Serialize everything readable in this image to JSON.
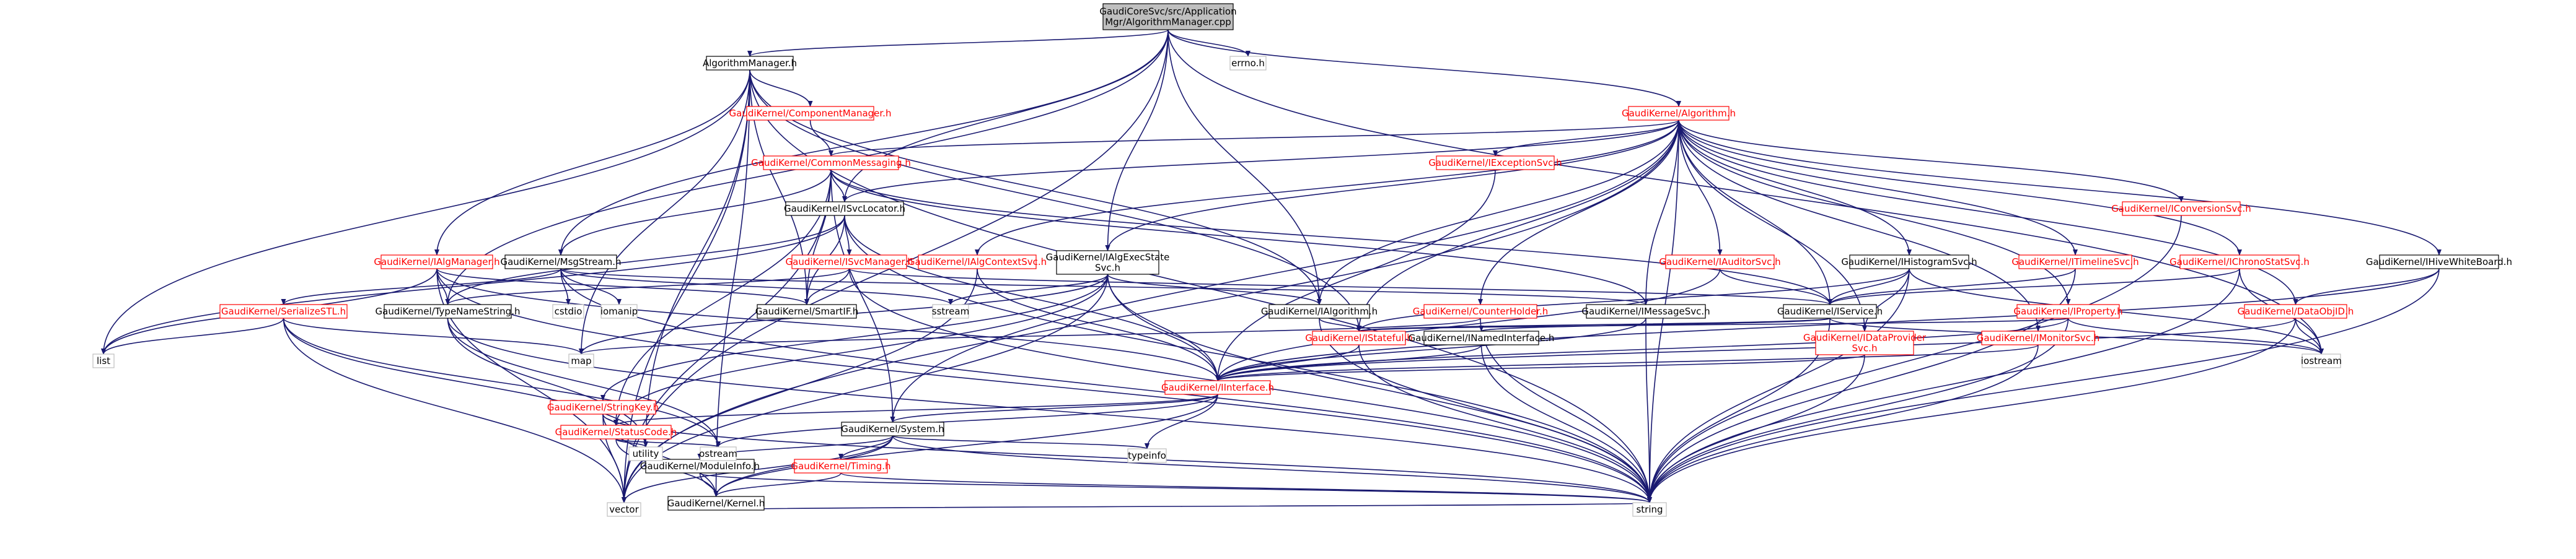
{
  "graph": {
    "root": "root",
    "colors": {
      "edge": "#191970",
      "root_fill": "#bfbfbf",
      "node_fill": "#ffffff",
      "border_documented": "#000000",
      "border_undocumented": "#ff0000",
      "border_system": "#bfbfbf",
      "text_documented": "#000000",
      "text_undocumented": "#ff0000"
    },
    "nodes": [
      {
        "id": "root",
        "label": [
          "GaudiCoreSvc/src/Application",
          "Mgr/AlgorithmManager.cpp"
        ],
        "style": "root"
      },
      {
        "id": "algmgr_h",
        "label": [
          "AlgorithmManager.h"
        ],
        "style": "documented"
      },
      {
        "id": "errno",
        "label": [
          "errno.h"
        ],
        "style": "system"
      },
      {
        "id": "compmgr",
        "label": [
          "GaudiKernel/ComponentManager.h"
        ],
        "style": "undocumented"
      },
      {
        "id": "algorithm_h",
        "label": [
          "GaudiKernel/Algorithm.h"
        ],
        "style": "undocumented"
      },
      {
        "id": "commonmsg",
        "label": [
          "GaudiKernel/CommonMessaging.h"
        ],
        "style": "undocumented"
      },
      {
        "id": "iexcsvc",
        "label": [
          "GaudiKernel/IExceptionSvc.h"
        ],
        "style": "undocumented"
      },
      {
        "id": "isvcloc",
        "label": [
          "GaudiKernel/ISvcLocator.h"
        ],
        "style": "documented"
      },
      {
        "id": "ialgmgr",
        "label": [
          "GaudiKernel/IAlgManager.h"
        ],
        "style": "undocumented"
      },
      {
        "id": "msgstream",
        "label": [
          "GaudiKernel/MsgStream.h"
        ],
        "style": "documented"
      },
      {
        "id": "isvcmgr",
        "label": [
          "GaudiKernel/ISvcManager.h"
        ],
        "style": "undocumented"
      },
      {
        "id": "ialgctx",
        "label": [
          "GaudiKernel/IAlgContextSvc.h"
        ],
        "style": "undocumented"
      },
      {
        "id": "ialgexec",
        "label": [
          "GaudiKernel/IAlgExecState",
          "Svc.h"
        ],
        "style": "documented"
      },
      {
        "id": "iauditor",
        "label": [
          "GaudiKernel/IAuditorSvc.h"
        ],
        "style": "undocumented"
      },
      {
        "id": "ihisto",
        "label": [
          "GaudiKernel/IHistogramSvc.h"
        ],
        "style": "documented"
      },
      {
        "id": "itimeline",
        "label": [
          "GaudiKernel/ITimelineSvc.h"
        ],
        "style": "undocumented"
      },
      {
        "id": "ichrono",
        "label": [
          "GaudiKernel/IChronoStatSvc.h"
        ],
        "style": "undocumented"
      },
      {
        "id": "iconv",
        "label": [
          "GaudiKernel/IConversionSvc.h"
        ],
        "style": "undocumented"
      },
      {
        "id": "ihive",
        "label": [
          "GaudiKernel/IHiveWhiteBoard.h"
        ],
        "style": "documented"
      },
      {
        "id": "serializestl",
        "label": [
          "GaudiKernel/SerializeSTL.h"
        ],
        "style": "undocumented"
      },
      {
        "id": "typename",
        "label": [
          "GaudiKernel/TypeNameString.h"
        ],
        "style": "documented"
      },
      {
        "id": "smartif",
        "label": [
          "GaudiKernel/SmartIF.h"
        ],
        "style": "documented"
      },
      {
        "id": "ialgorithm",
        "label": [
          "GaudiKernel/IAlgorithm.h"
        ],
        "style": "documented"
      },
      {
        "id": "counterholder",
        "label": [
          "GaudiKernel/CounterHolder.h"
        ],
        "style": "undocumented"
      },
      {
        "id": "imessagesvc",
        "label": [
          "GaudiKernel/IMessageSvc.h"
        ],
        "style": "documented"
      },
      {
        "id": "iservice",
        "label": [
          "GaudiKernel/IService.h"
        ],
        "style": "documented"
      },
      {
        "id": "iproperty",
        "label": [
          "GaudiKernel/IProperty.h"
        ],
        "style": "undocumented"
      },
      {
        "id": "dataobjid",
        "label": [
          "GaudiKernel/DataObjID.h"
        ],
        "style": "undocumented"
      },
      {
        "id": "istateful",
        "label": [
          "GaudiKernel/IStateful.h"
        ],
        "style": "undocumented"
      },
      {
        "id": "inamed",
        "label": [
          "GaudiKernel/INamedInterface.h"
        ],
        "style": "documented"
      },
      {
        "id": "idataprov",
        "label": [
          "GaudiKernel/IDataProvider",
          "Svc.h"
        ],
        "style": "undocumented"
      },
      {
        "id": "imonitor",
        "label": [
          "GaudiKernel/IMonitorSvc.h"
        ],
        "style": "undocumented"
      },
      {
        "id": "iinterface",
        "label": [
          "GaudiKernel/IInterface.h"
        ],
        "style": "undocumented"
      },
      {
        "id": "stringkey",
        "label": [
          "GaudiKernel/StringKey.h"
        ],
        "style": "undocumented"
      },
      {
        "id": "statuscode",
        "label": [
          "GaudiKernel/StatusCode.h"
        ],
        "style": "undocumented"
      },
      {
        "id": "system_h",
        "label": [
          "GaudiKernel/System.h"
        ],
        "style": "documented"
      },
      {
        "id": "moduleinfo",
        "label": [
          "GaudiKernel/ModuleInfo.h"
        ],
        "style": "documented"
      },
      {
        "id": "timing",
        "label": [
          "GaudiKernel/Timing.h"
        ],
        "style": "undocumented"
      },
      {
        "id": "kernel",
        "label": [
          "GaudiKernel/Kernel.h"
        ],
        "style": "documented"
      },
      {
        "id": "list",
        "label": [
          "list"
        ],
        "style": "system"
      },
      {
        "id": "cstdio",
        "label": [
          "cstdio"
        ],
        "style": "system"
      },
      {
        "id": "iomanip",
        "label": [
          "iomanip"
        ],
        "style": "system"
      },
      {
        "id": "sstream",
        "label": [
          "sstream"
        ],
        "style": "system"
      },
      {
        "id": "map",
        "label": [
          "map"
        ],
        "style": "system"
      },
      {
        "id": "iostream",
        "label": [
          "iostream"
        ],
        "style": "system"
      },
      {
        "id": "utility",
        "label": [
          "utility"
        ],
        "style": "system"
      },
      {
        "id": "ostream",
        "label": [
          "ostream"
        ],
        "style": "system"
      },
      {
        "id": "typeinfo",
        "label": [
          "typeinfo"
        ],
        "style": "system"
      },
      {
        "id": "vector",
        "label": [
          "vector"
        ],
        "style": "system"
      },
      {
        "id": "string",
        "label": [
          "string"
        ],
        "style": "system"
      }
    ],
    "edges": [
      [
        "root",
        "algmgr_h"
      ],
      [
        "root",
        "errno"
      ],
      [
        "root",
        "algorithm_h"
      ],
      [
        "root",
        "isvcloc"
      ],
      [
        "root",
        "msgstream"
      ],
      [
        "root",
        "ialgexec"
      ],
      [
        "root",
        "typename"
      ],
      [
        "root",
        "ialgorithm"
      ],
      [
        "root",
        "iostream"
      ],
      [
        "root",
        "vector"
      ],
      [
        "algmgr_h",
        "compmgr"
      ],
      [
        "algmgr_h",
        "ialgmgr"
      ],
      [
        "algmgr_h",
        "smartif"
      ],
      [
        "algmgr_h",
        "ialgorithm"
      ],
      [
        "algmgr_h",
        "istateful"
      ],
      [
        "algmgr_h",
        "list"
      ],
      [
        "algmgr_h",
        "map"
      ],
      [
        "algmgr_h",
        "string"
      ],
      [
        "algmgr_h",
        "vector"
      ],
      [
        "algmgr_h",
        "utility"
      ],
      [
        "algmgr_h",
        "kernel"
      ],
      [
        "compmgr",
        "commonmsg"
      ],
      [
        "commonmsg",
        "isvcloc"
      ],
      [
        "commonmsg",
        "msgstream"
      ],
      [
        "commonmsg",
        "smartif"
      ],
      [
        "commonmsg",
        "imessagesvc"
      ],
      [
        "commonmsg",
        "iservice"
      ],
      [
        "commonmsg",
        "statuscode"
      ],
      [
        "commonmsg",
        "system_h"
      ],
      [
        "commonmsg",
        "vector"
      ],
      [
        "algorithm_h",
        "commonmsg"
      ],
      [
        "algorithm_h",
        "iexcsvc"
      ],
      [
        "algorithm_h",
        "isvcloc"
      ],
      [
        "algorithm_h",
        "ialgctx"
      ],
      [
        "algorithm_h",
        "ialgexec"
      ],
      [
        "algorithm_h",
        "iauditor"
      ],
      [
        "algorithm_h",
        "ihisto"
      ],
      [
        "algorithm_h",
        "itimeline"
      ],
      [
        "algorithm_h",
        "ichrono"
      ],
      [
        "algorithm_h",
        "iconv"
      ],
      [
        "algorithm_h",
        "ihive"
      ],
      [
        "algorithm_h",
        "ialgorithm"
      ],
      [
        "algorithm_h",
        "counterholder"
      ],
      [
        "algorithm_h",
        "imessagesvc"
      ],
      [
        "algorithm_h",
        "iservice"
      ],
      [
        "algorithm_h",
        "iproperty"
      ],
      [
        "algorithm_h",
        "dataobjid"
      ],
      [
        "algorithm_h",
        "imonitor"
      ],
      [
        "algorithm_h",
        "idataprov"
      ],
      [
        "algorithm_h",
        "istateful"
      ],
      [
        "algorithm_h",
        "system_h"
      ],
      [
        "algorithm_h",
        "string"
      ],
      [
        "algorithm_h",
        "vector"
      ],
      [
        "iexcsvc",
        "iinterface"
      ],
      [
        "isvcloc",
        "isvcmgr"
      ],
      [
        "isvcloc",
        "typename"
      ],
      [
        "isvcloc",
        "smartif"
      ],
      [
        "isvcloc",
        "iinterface"
      ],
      [
        "isvcloc",
        "list"
      ],
      [
        "isvcloc",
        "string"
      ],
      [
        "isvcmgr",
        "typename"
      ],
      [
        "isvcmgr",
        "smartif"
      ],
      [
        "isvcmgr",
        "iservice"
      ],
      [
        "isvcmgr",
        "string"
      ],
      [
        "ialgmgr",
        "typename"
      ],
      [
        "ialgmgr",
        "smartif"
      ],
      [
        "ialgmgr",
        "iinterface"
      ],
      [
        "ialgmgr",
        "list"
      ],
      [
        "ialgmgr",
        "vector"
      ],
      [
        "ialgmgr",
        "string"
      ],
      [
        "msgstream",
        "serializestl"
      ],
      [
        "msgstream",
        "imessagesvc"
      ],
      [
        "msgstream",
        "cstdio"
      ],
      [
        "msgstream",
        "iomanip"
      ],
      [
        "msgstream",
        "sstream"
      ],
      [
        "msgstream",
        "string"
      ],
      [
        "serializestl",
        "list"
      ],
      [
        "serializestl",
        "utility"
      ],
      [
        "serializestl",
        "ostream"
      ],
      [
        "serializestl",
        "vector"
      ],
      [
        "serializestl",
        "map"
      ],
      [
        "typename",
        "utility"
      ],
      [
        "typename",
        "ostream"
      ],
      [
        "typename",
        "string"
      ],
      [
        "ialgctx",
        "iinterface"
      ],
      [
        "ialgctx",
        "vector"
      ],
      [
        "ialgexec",
        "ialgorithm"
      ],
      [
        "ialgexec",
        "iinterface"
      ],
      [
        "ialgexec",
        "statuscode"
      ],
      [
        "ialgexec",
        "stringkey"
      ],
      [
        "ialgexec",
        "map"
      ],
      [
        "ialgexec",
        "sstream"
      ],
      [
        "ialgexec",
        "string"
      ],
      [
        "ialgexec",
        "vector"
      ],
      [
        "ialgorithm",
        "istateful"
      ],
      [
        "ialgorithm",
        "string"
      ],
      [
        "counterholder",
        "map"
      ],
      [
        "counterholder",
        "string"
      ],
      [
        "imessagesvc",
        "iinterface"
      ],
      [
        "imessagesvc",
        "string"
      ],
      [
        "iauditor",
        "iservice"
      ],
      [
        "iauditor",
        "iinterface"
      ],
      [
        "ihisto",
        "iservice"
      ],
      [
        "ihisto",
        "idataprov"
      ],
      [
        "ihisto",
        "istateful"
      ],
      [
        "ihisto",
        "iostream"
      ],
      [
        "ihisto",
        "string"
      ],
      [
        "itimeline",
        "iservice"
      ],
      [
        "itimeline",
        "string"
      ],
      [
        "ichrono",
        "iservice"
      ],
      [
        "ichrono",
        "iostream"
      ],
      [
        "ichrono",
        "string"
      ],
      [
        "iconv",
        "string"
      ],
      [
        "ihive",
        "dataobjid"
      ],
      [
        "ihive",
        "iinterface"
      ],
      [
        "ihive",
        "string"
      ],
      [
        "iservice",
        "inamed"
      ],
      [
        "iservice",
        "istateful"
      ],
      [
        "iservice",
        "string"
      ],
      [
        "iservice",
        "iostream"
      ],
      [
        "iproperty",
        "iinterface"
      ],
      [
        "iproperty",
        "istateful"
      ],
      [
        "iproperty",
        "string"
      ],
      [
        "iproperty",
        "iostream"
      ],
      [
        "dataobjid",
        "iostream"
      ],
      [
        "dataobjid",
        "string"
      ],
      [
        "dataobjid",
        "iinterface"
      ],
      [
        "istateful",
        "iinterface"
      ],
      [
        "istateful",
        "string"
      ],
      [
        "inamed",
        "iinterface"
      ],
      [
        "inamed",
        "string"
      ],
      [
        "idataprov",
        "iinterface"
      ],
      [
        "idataprov",
        "string"
      ],
      [
        "imonitor",
        "iinterface"
      ],
      [
        "imonitor",
        "string"
      ],
      [
        "iinterface",
        "statuscode"
      ],
      [
        "iinterface",
        "system_h"
      ],
      [
        "iinterface",
        "kernel"
      ],
      [
        "iinterface",
        "typeinfo"
      ],
      [
        "iinterface",
        "ostream"
      ],
      [
        "stringkey",
        "statuscode"
      ],
      [
        "stringkey",
        "kernel"
      ],
      [
        "stringkey",
        "vector"
      ],
      [
        "stringkey",
        "string"
      ],
      [
        "statuscode",
        "kernel"
      ],
      [
        "statuscode",
        "ostream"
      ],
      [
        "statuscode",
        "utility"
      ],
      [
        "system_h",
        "moduleinfo"
      ],
      [
        "system_h",
        "timing"
      ],
      [
        "system_h",
        "kernel"
      ],
      [
        "system_h",
        "string"
      ],
      [
        "system_h",
        "vector"
      ],
      [
        "system_h",
        "typeinfo"
      ],
      [
        "moduleinfo",
        "kernel"
      ],
      [
        "moduleinfo",
        "string"
      ],
      [
        "timing",
        "kernel"
      ],
      [
        "timing",
        "string"
      ],
      [
        "kernel",
        "string"
      ]
    ]
  }
}
